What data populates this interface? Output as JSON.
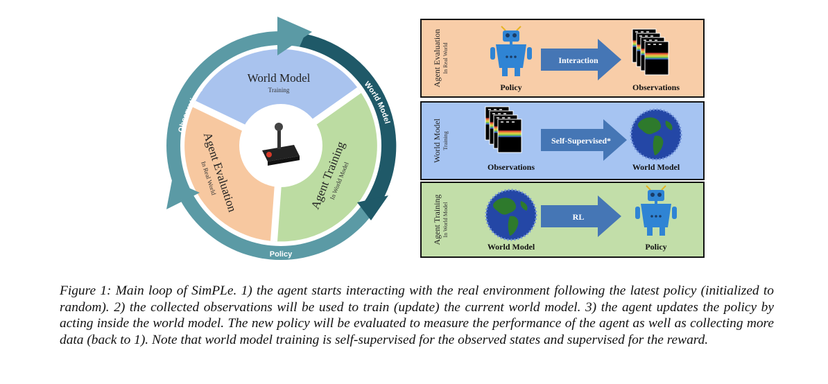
{
  "cycle": {
    "world_model_title": "World Model",
    "world_model_sub": "Training",
    "agent_eval_title": "Agent Evaluation",
    "agent_eval_sub": "In Real World",
    "agent_train_title": "Agent Training",
    "agent_train_sub": "In World Model",
    "ring_observations": "Observations",
    "ring_world_model": "World Model",
    "ring_policy": "Policy"
  },
  "panels": {
    "evaluation": {
      "side_title": "Agent Evaluation",
      "side_sub": "In Real World",
      "left_label": "Policy",
      "arrow_label": "Interaction",
      "right_label": "Observations"
    },
    "world_model": {
      "side_title": "World Model",
      "side_sub": "Training",
      "left_label": "Observations",
      "arrow_label": "Self-Supervised*",
      "right_label": "World Model"
    },
    "training": {
      "side_title": "Agent Training",
      "side_sub": "In World Model",
      "left_label": "World Model",
      "arrow_label": "RL",
      "right_label": "Policy"
    }
  },
  "colors": {
    "ring_light": "#5b9aa5",
    "ring_dark": "#1f5968",
    "world_model_section": "#a9c3ee",
    "agent_eval_section": "#f7c8a0",
    "agent_train_section": "#bcdca2",
    "panel_eval_bg": "#f8cda8",
    "panel_wm_bg": "#a6c4f2",
    "panel_train_bg": "#c2dea9",
    "arrow_blue": "#4576b5"
  },
  "caption": "Figure 1: Main loop of SimPLe. 1) the agent starts interacting with the real environment following the latest policy (initialized to random). 2) the collected observations will be used to train (update) the current world model. 3) the agent updates the policy by acting inside the world model. The new policy will be evaluated to measure the performance of the agent as well as collecting more data (back to 1). Note that world model training is self-supervised for the observed states and supervised for the reward."
}
